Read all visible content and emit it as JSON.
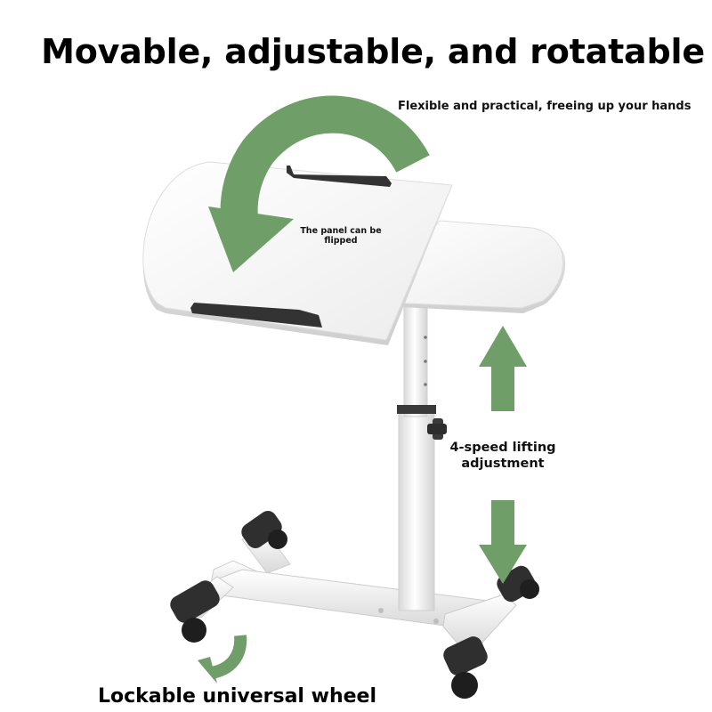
{
  "headline": "Movable, adjustable, and rotatable",
  "subheadline": "Flexible and practical, freeing up your hands",
  "callouts": {
    "panel_flip": "The panel can be flipped",
    "lifting": "4-speed lifting adjustment",
    "wheels": "Lockable universal wheel"
  },
  "colors": {
    "arrow_green": "#6f9e68",
    "table_white": "#f7f7f7",
    "frame_white": "#f2f2f2",
    "caster_black": "#2a2a2a"
  },
  "icons": {
    "rotate_arrow": "curved-rotate-arrow-icon",
    "up_arrow": "up-arrow-icon",
    "down_arrow": "down-arrow-icon",
    "wheel_arrow": "curved-wheel-arrow-icon"
  }
}
